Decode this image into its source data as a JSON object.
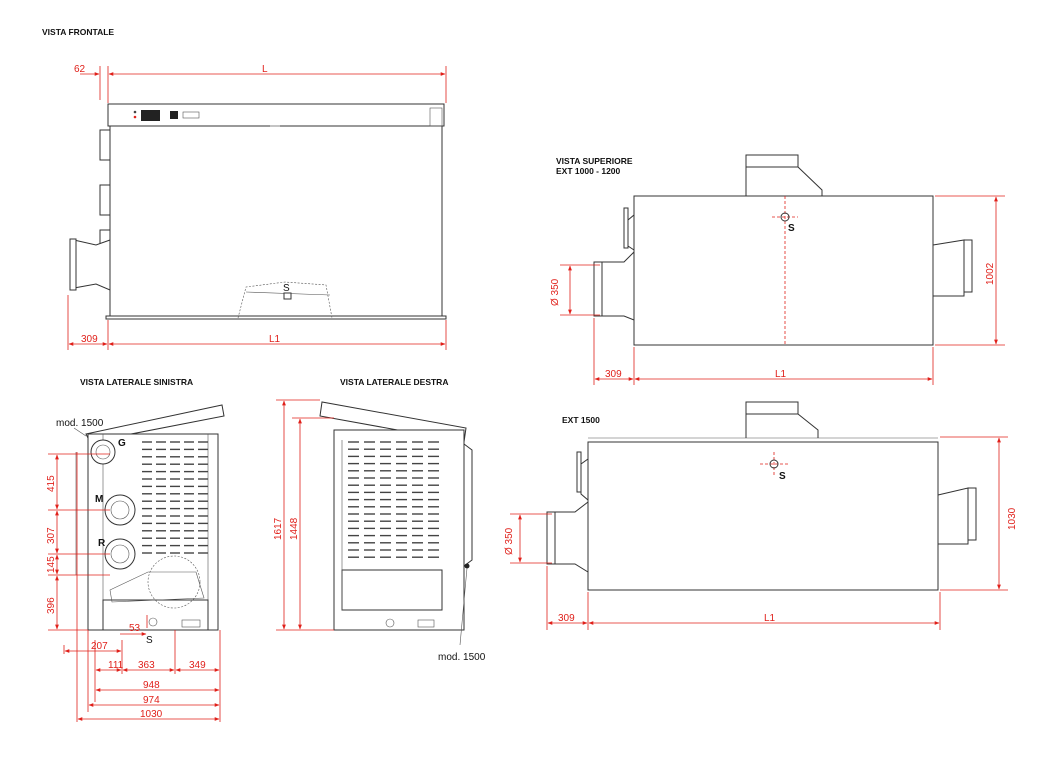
{
  "views": {
    "front": "VISTA FRONTALE",
    "left": "VISTA LATERALE SINISTRA",
    "right": "VISTA LATERALE DESTRA",
    "top": "VISTA SUPERIORE",
    "top_sub": "EXT 1000 - 1200",
    "ext1500": "EXT 1500"
  },
  "labels": {
    "s": "S",
    "g": "G",
    "m": "M",
    "r": "R",
    "mod1500": "mod. 1500"
  },
  "dims": {
    "front_62": "62",
    "front_L": "L",
    "front_309": "309",
    "front_L1": "L1",
    "left_415": "415",
    "left_307": "307",
    "left_145": "145",
    "left_396": "396",
    "left_53": "53",
    "left_207": "207",
    "left_111": "111",
    "left_363": "363",
    "left_349": "349",
    "left_948": "948",
    "left_974": "974",
    "left_1030": "1030",
    "right_1617": "1617",
    "right_1448": "1448",
    "top_d350": "Ø 350",
    "top_1002": "1002",
    "top_309": "309",
    "top_L1": "L1",
    "ext_d350": "Ø 350",
    "ext_1030": "1030",
    "ext_309": "309",
    "ext_L1": "L1"
  },
  "colors": {
    "dimension": "#e0201a",
    "outline": "#333333"
  }
}
